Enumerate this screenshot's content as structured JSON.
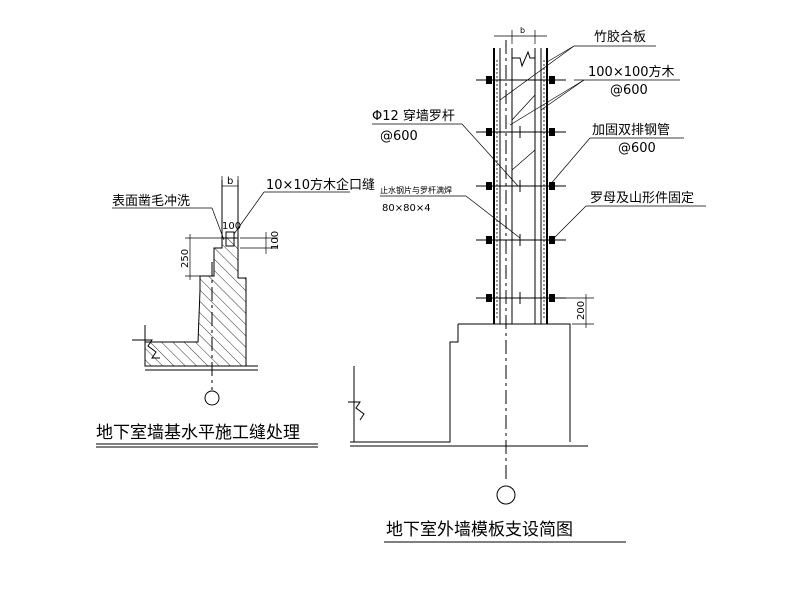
{
  "left_detail": {
    "title": "地下室墙基水平施工缝处理",
    "label_surface": "表面凿毛冲洗",
    "label_joint": "10×10方木企口缝",
    "dim_b": "b",
    "dim_100_top": "100",
    "dim_100_side": "100",
    "dim_250": "250"
  },
  "right_detail": {
    "title": "地下室外墙模板支设简图",
    "label_board": "竹胶合板",
    "label_timber": "100×100方木",
    "label_timber_spacing": "@600",
    "label_bolt": "Φ12 穿墙罗杆",
    "label_bolt_spacing": "@600",
    "label_pipe": "加固双排钢管",
    "label_pipe_spacing": "@600",
    "label_waterstop": "止水钢片与罗杆满焊",
    "label_waterstop_size": "80×80×4",
    "label_nut": "罗母及山形件固定",
    "dim_b": "b",
    "dim_200": "200"
  },
  "colors": {
    "line": "#000000",
    "background": "#ffffff"
  }
}
